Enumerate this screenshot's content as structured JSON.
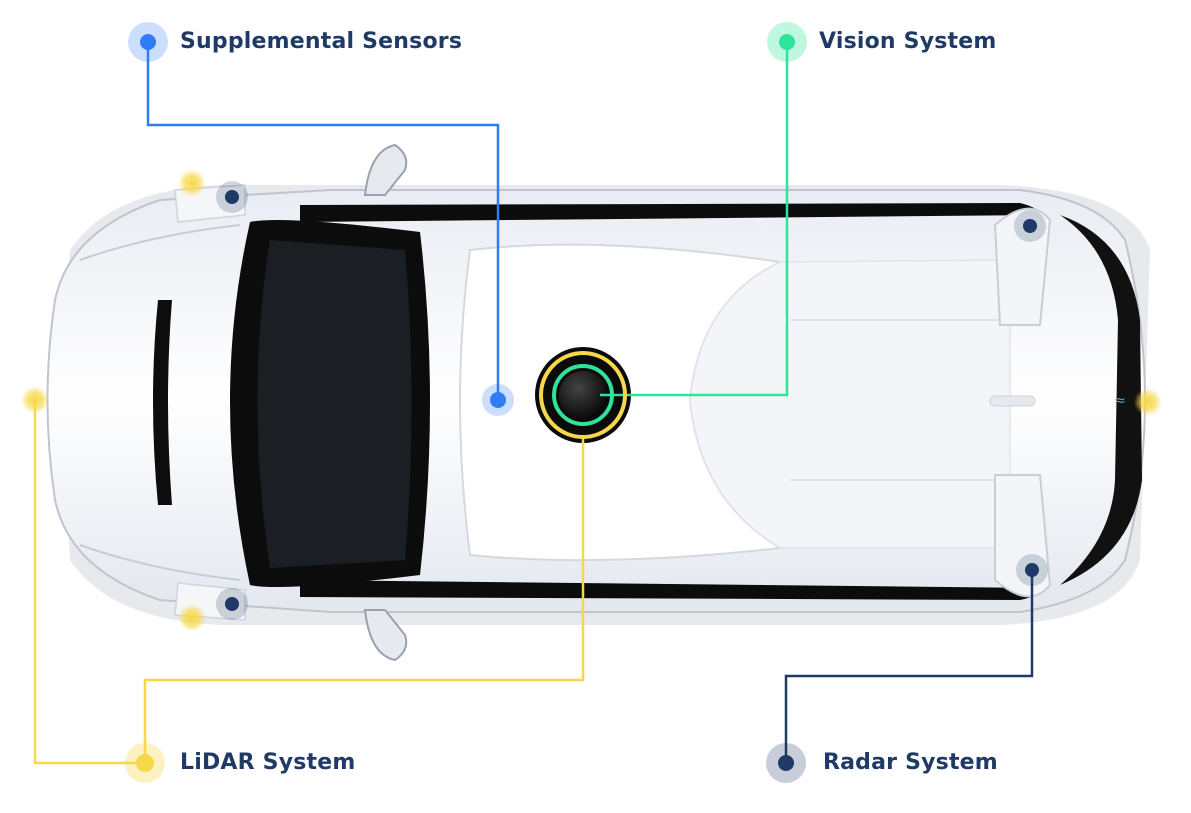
{
  "labels": {
    "supplemental": "Supplemental Sensors",
    "vision": "Vision System",
    "lidar": "LiDAR System",
    "radar": "Radar System"
  },
  "colors": {
    "supplemental": "#2f7df6",
    "vision": "#2ee39a",
    "lidar": "#f6d84a",
    "radar": "#1f3a66",
    "label_text": "#1f3a66"
  }
}
